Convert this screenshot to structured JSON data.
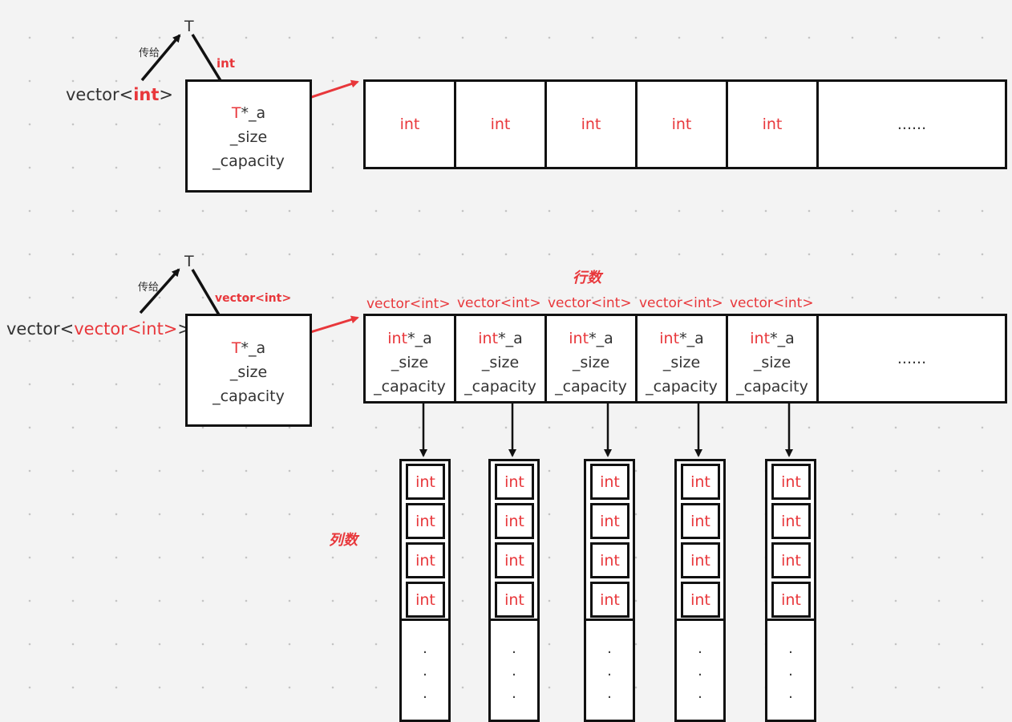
{
  "top": {
    "t_label": "T",
    "pass_label": "传给",
    "int_label": "int",
    "vector_prefix": "vector<",
    "vector_inner": "int",
    "vector_suffix": ">",
    "fields": {
      "ptr_type": "T",
      "ptr_rest": "*_a",
      "size": "_size",
      "capacity": "_capacity"
    },
    "cells": [
      "int",
      "int",
      "int",
      "int",
      "int"
    ],
    "more": "......"
  },
  "bottom": {
    "t_label": "T",
    "pass_label": "传给",
    "type_label": "vector<int>",
    "vector_prefix": "vector<",
    "vector_inner": "vector<int>",
    "vector_suffix": ">",
    "fields": {
      "ptr_type": "T",
      "ptr_rest": "*_a",
      "size": "_size",
      "capacity": "_capacity"
    },
    "rows_label": "行数",
    "cols_label": "列数",
    "row_type_labels": [
      "vector<int>",
      "vector<int>",
      "vector<int>",
      "vector<int>",
      "vector<int>"
    ],
    "row_cells": [
      {
        "ptr_type": "int",
        "ptr_rest": "*_a",
        "size": "_size",
        "capacity": "_capacity"
      },
      {
        "ptr_type": "int",
        "ptr_rest": "*_a",
        "size": "_size",
        "capacity": "_capacity"
      },
      {
        "ptr_type": "int",
        "ptr_rest": "*_a",
        "size": "_size",
        "capacity": "_capacity"
      },
      {
        "ptr_type": "int",
        "ptr_rest": "*_a",
        "size": "_size",
        "capacity": "_capacity"
      },
      {
        "ptr_type": "int",
        "ptr_rest": "*_a",
        "size": "_size",
        "capacity": "_capacity"
      }
    ],
    "more": "......",
    "columns": [
      {
        "cells": [
          "int",
          "int",
          "int",
          "int"
        ],
        "ellipsis": [
          ".",
          ".",
          "."
        ]
      },
      {
        "cells": [
          "int",
          "int",
          "int",
          "int"
        ],
        "ellipsis": [
          ".",
          ".",
          "."
        ]
      },
      {
        "cells": [
          "int",
          "int",
          "int",
          "int"
        ],
        "ellipsis": [
          ".",
          ".",
          "."
        ]
      },
      {
        "cells": [
          "int",
          "int",
          "int",
          "int"
        ],
        "ellipsis": [
          ".",
          ".",
          "."
        ]
      },
      {
        "cells": [
          "int",
          "int",
          "int",
          "int"
        ],
        "ellipsis": [
          ".",
          ".",
          "."
        ]
      }
    ]
  },
  "colors": {
    "accent": "#e8373b",
    "line": "#111111",
    "text": "#333333"
  }
}
